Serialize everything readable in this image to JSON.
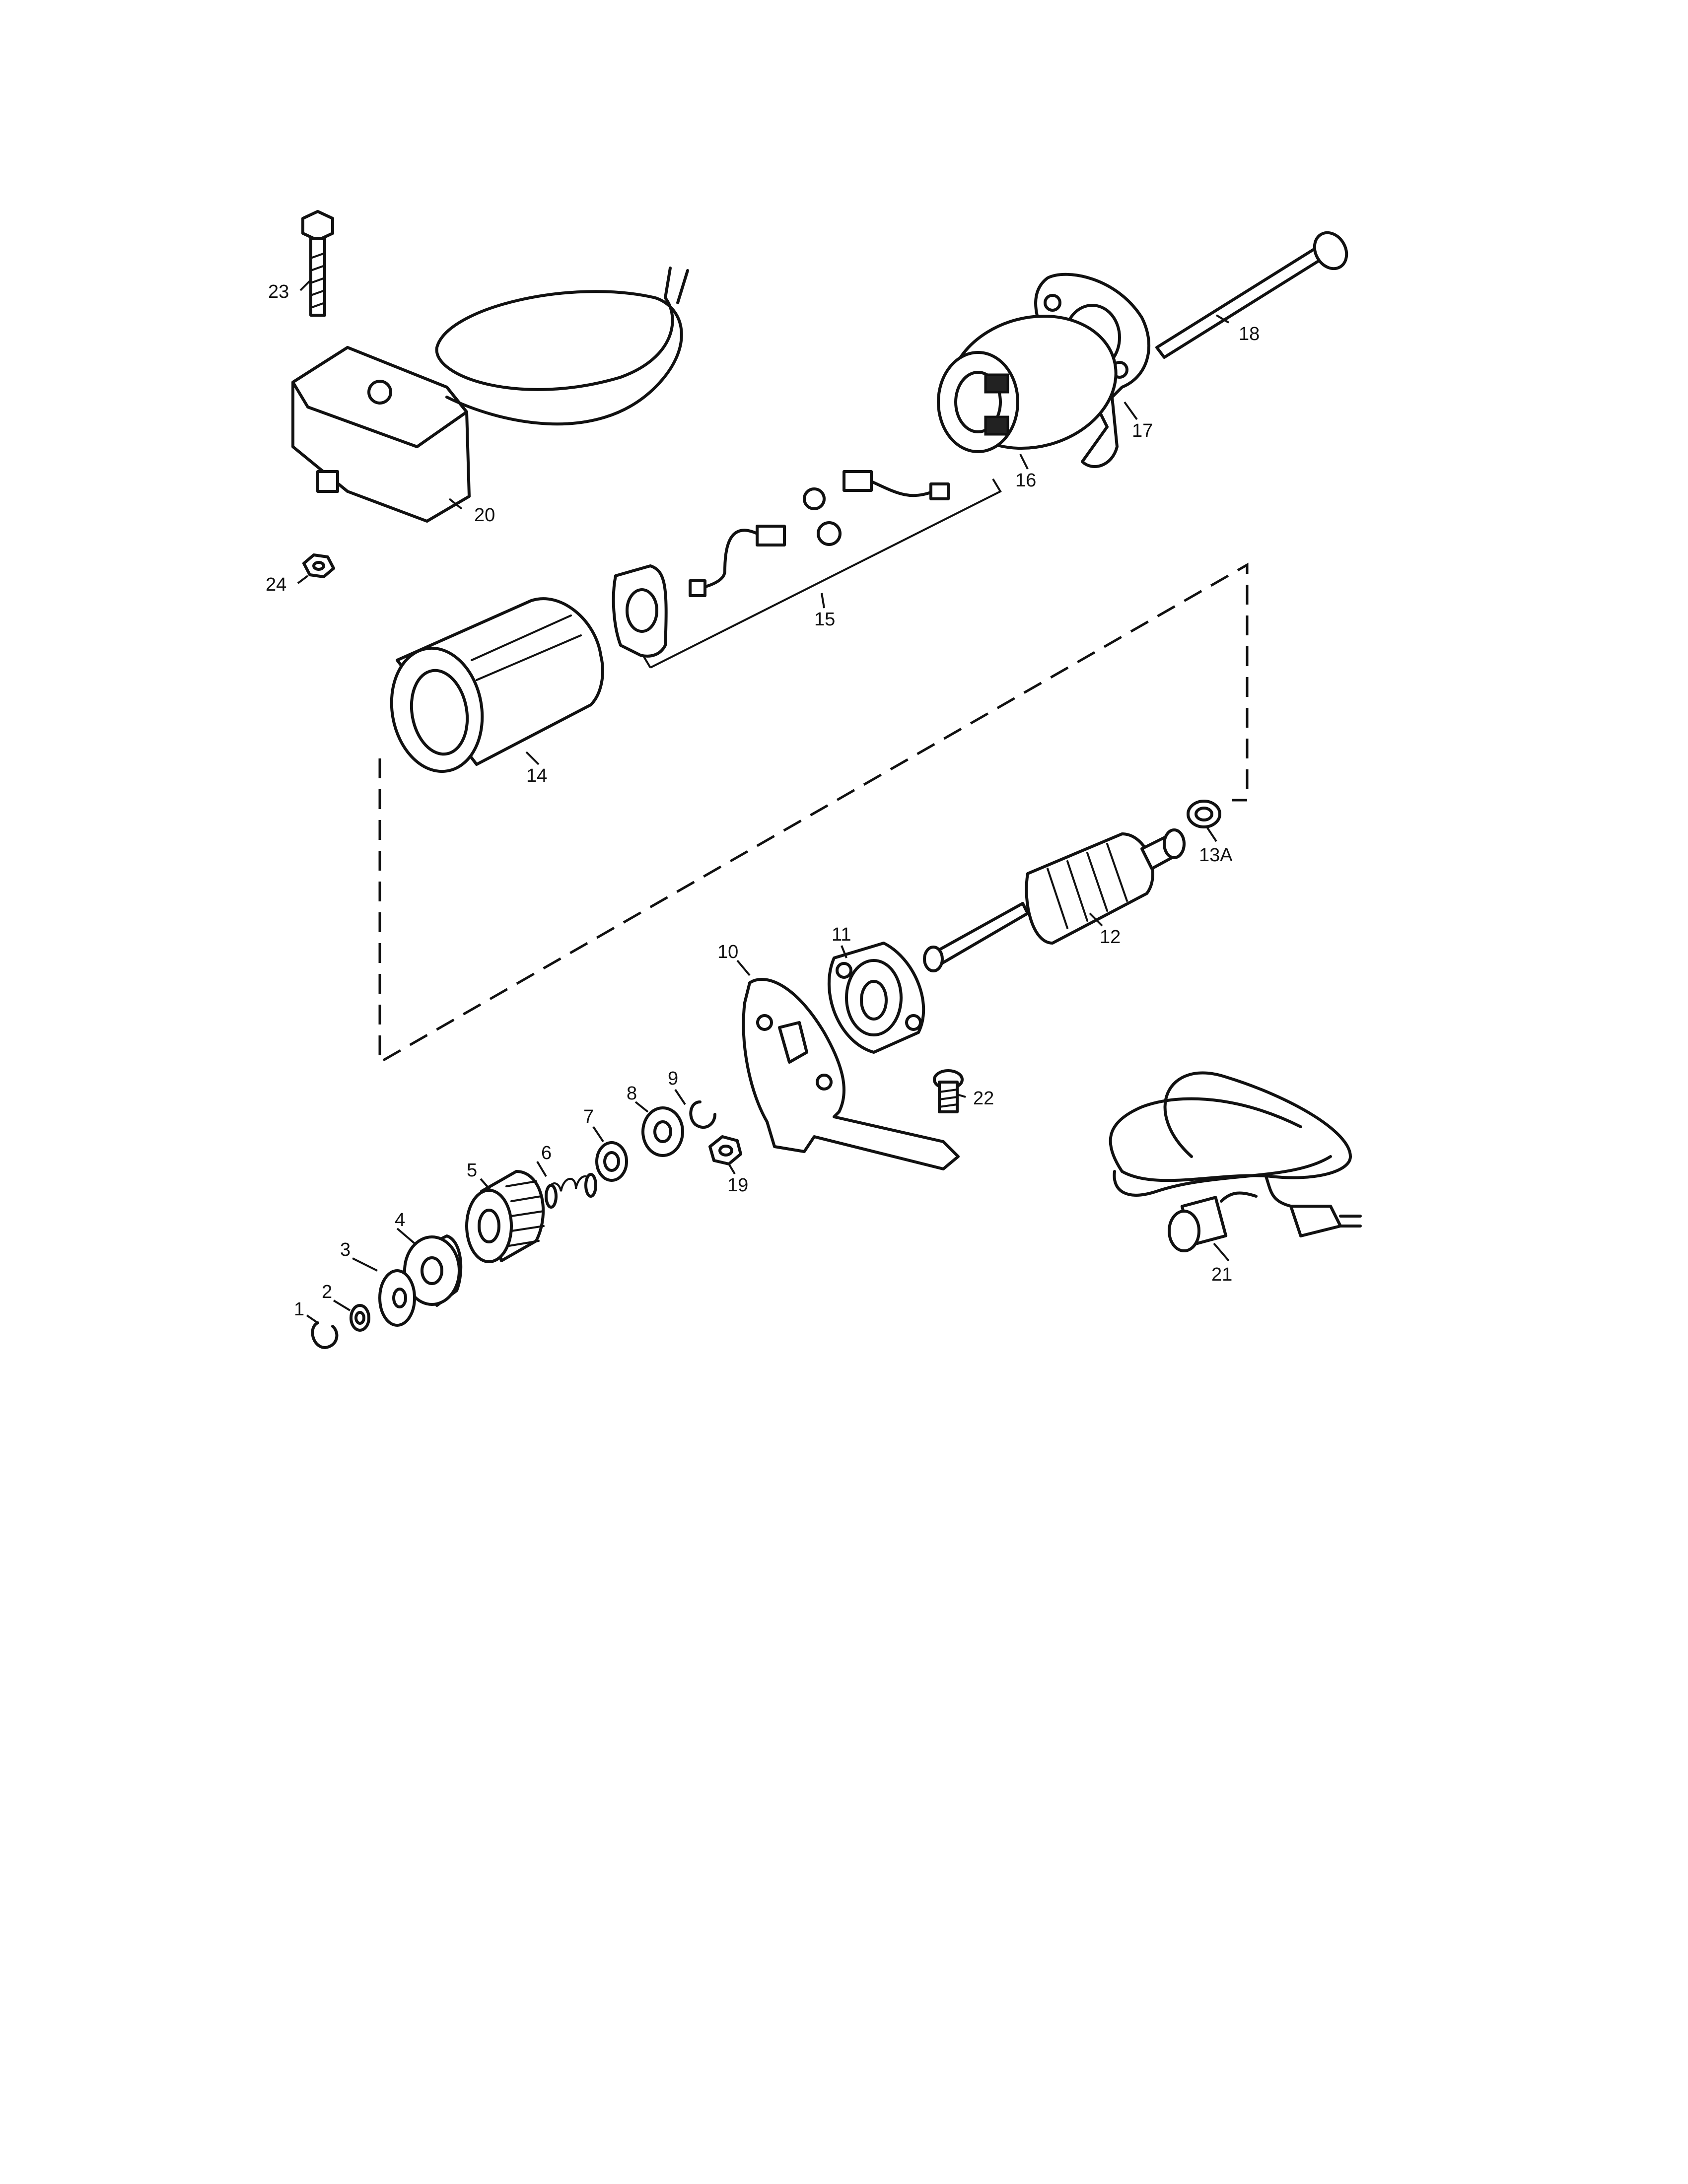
{
  "diagram": {
    "callouts": {
      "p1": "1",
      "p2": "2",
      "p3": "3",
      "p4": "4",
      "p5": "5",
      "p6": "6",
      "p7": "7",
      "p8": "8",
      "p9": "9",
      "p10": "10",
      "p11": "11",
      "p12": "12",
      "p13a": "13A",
      "p14": "14",
      "p15": "15",
      "p16": "16",
      "p17": "17",
      "p18": "18",
      "p19": "19",
      "p20": "20",
      "p21": "21",
      "p22": "22",
      "p23": "23",
      "p24": "24"
    }
  }
}
